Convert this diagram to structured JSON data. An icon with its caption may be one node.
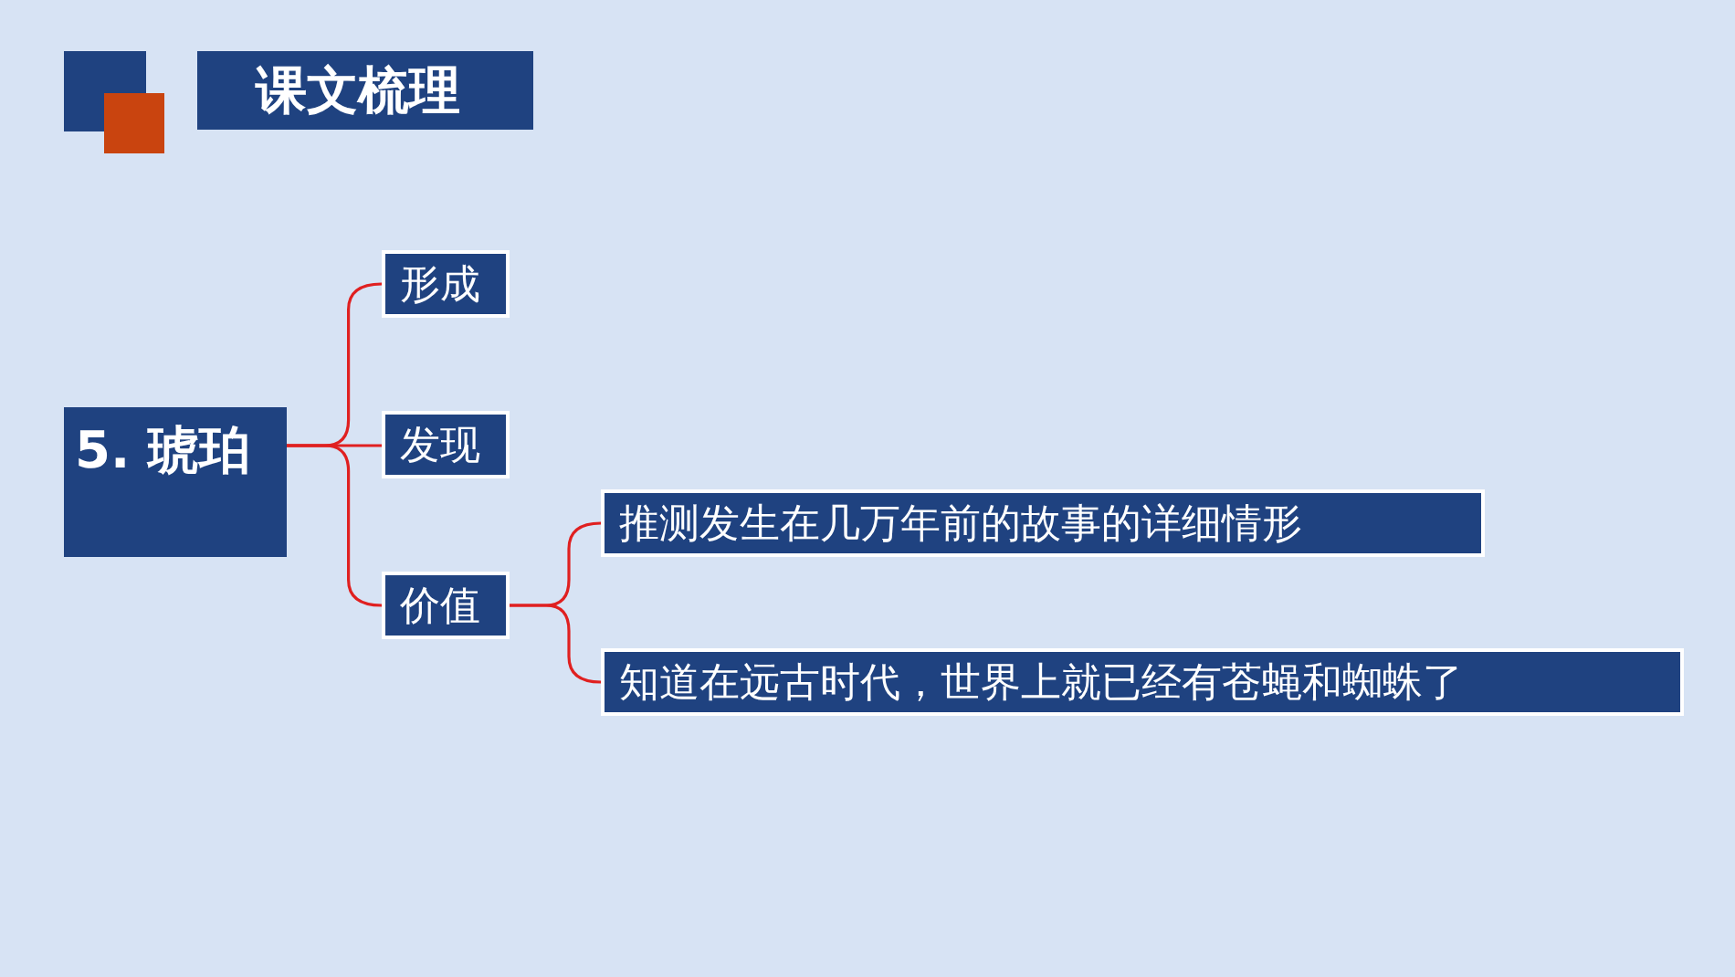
{
  "diagram": {
    "title": "课文梳理",
    "nodes": [
      {
        "text": [
          "5. 琥珀"
        ]
      },
      {
        "text": [
          "形成"
        ]
      },
      {
        "text": [
          "发现"
        ]
      },
      {
        "text": [
          "价值"
        ]
      },
      {
        "text": [
          "推测发生在几万年前的故事的详细情形"
        ]
      },
      {
        "text": [
          "知道在远古时代，世界上就已经有苍蝇和蜘蛛了"
        ]
      }
    ],
    "edges": [
      {
        "from": 0,
        "to": 1,
        "arrow": "none"
      },
      {
        "from": 0,
        "to": 2,
        "arrow": "none"
      },
      {
        "from": 0,
        "to": 3,
        "arrow": "none"
      },
      {
        "from": 3,
        "to": 4,
        "arrow": "none"
      },
      {
        "from": 3,
        "to": 5,
        "arrow": "none"
      }
    ]
  }
}
